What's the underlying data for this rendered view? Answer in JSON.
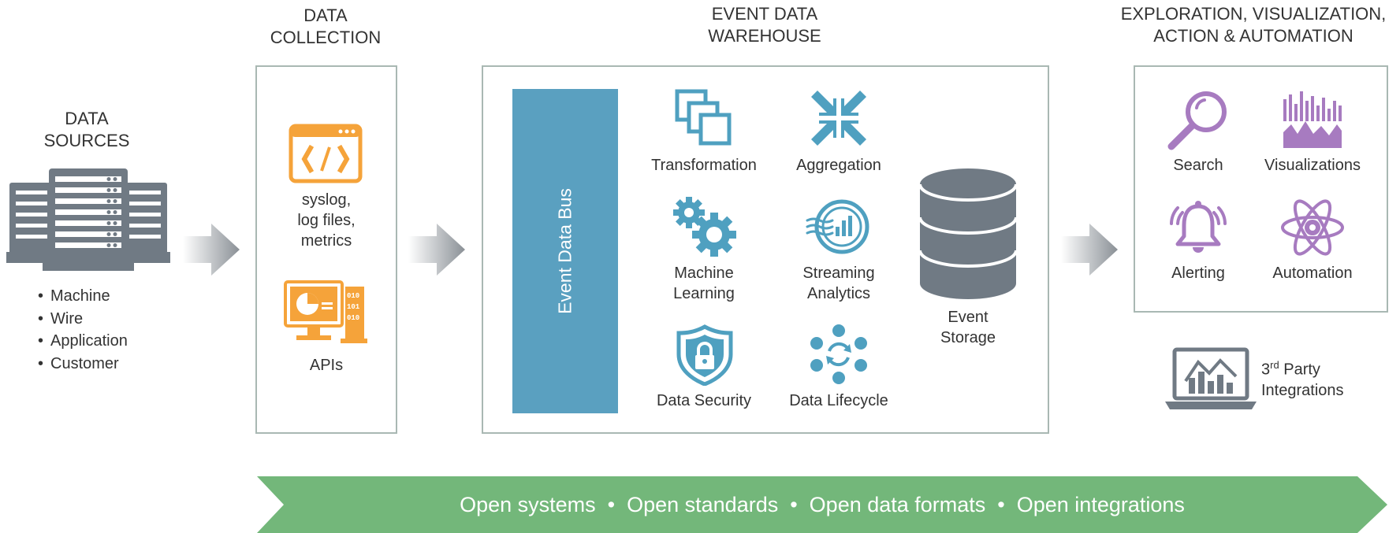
{
  "columns": {
    "sources": {
      "heading": "DATA\nSOURCES",
      "items": [
        "Machine",
        "Wire",
        "Application",
        "Customer"
      ]
    },
    "collection": {
      "heading": "DATA\nCOLLECTION",
      "items": [
        "syslog,\nlog files,\nmetrics",
        "APIs"
      ]
    },
    "warehouse": {
      "heading": "EVENT DATA\nWAREHOUSE",
      "bus_label": "Event Data Bus",
      "features": [
        "Transformation",
        "Aggregation",
        "Machine\nLearning",
        "Streaming\nAnalytics",
        "Data Security",
        "Data Lifecycle"
      ],
      "storage_label": "Event\nStorage"
    },
    "exploration": {
      "heading": "EXPLORATION, VISUALIZATION,\nACTION & AUTOMATION",
      "items": [
        "Search",
        "Visualizations",
        "Alerting",
        "Automation"
      ],
      "third_party_prefix": "3",
      "third_party_sup": "rd",
      "third_party_rest": " Party",
      "third_party_line2": "Integrations"
    }
  },
  "banner": {
    "text": "Open systems  •  Open standards  •  Open data formats  •  Open integrations"
  },
  "colors": {
    "orange": "#f5a33a",
    "teal": "#4fa0c0",
    "purple": "#a77bc0",
    "gray": "#707a84",
    "green": "#73b77a",
    "box_border": "#a9b8b3"
  },
  "icons": [
    "server-rack-icon",
    "code-window-icon",
    "api-computer-icon",
    "transformation-icon",
    "aggregation-icon",
    "machine-learning-gears-icon",
    "streaming-analytics-icon",
    "data-security-shield-icon",
    "data-lifecycle-icon",
    "database-storage-icon",
    "search-icon",
    "visualizations-icon",
    "alerting-bell-icon",
    "automation-atom-icon",
    "laptop-chart-icon"
  ]
}
